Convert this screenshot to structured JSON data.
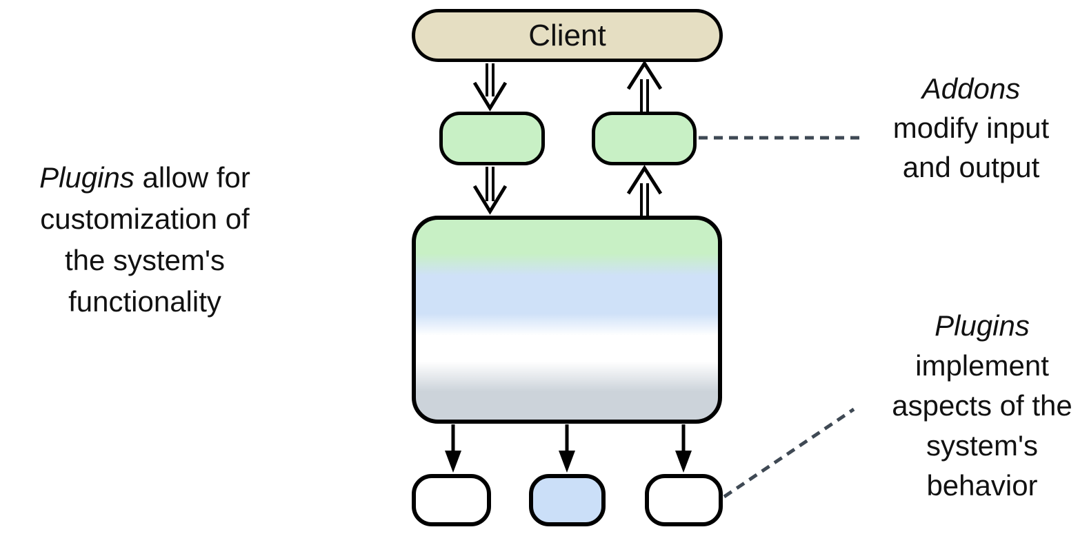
{
  "diagram": {
    "client_label": "Client"
  },
  "captions": {
    "left": {
      "lines": [
        {
          "italic": "Plugins",
          "text": " allow for"
        },
        {
          "italic": "",
          "text": "customization of"
        },
        {
          "italic": "",
          "text": "the system's"
        },
        {
          "italic": "",
          "text": "functionality"
        }
      ]
    },
    "right_top": {
      "lines": [
        {
          "italic": "Addons",
          "text": ""
        },
        {
          "italic": "",
          "text": "modify input"
        },
        {
          "italic": "",
          "text": "and output"
        }
      ]
    },
    "right_bottom": {
      "lines": [
        {
          "italic": "Plugins",
          "text": ""
        },
        {
          "italic": "",
          "text": "implement"
        },
        {
          "italic": "",
          "text": "aspects of the"
        },
        {
          "italic": "",
          "text": "system's"
        },
        {
          "italic": "",
          "text": "behavior"
        }
      ]
    }
  },
  "colors": {
    "client-fill": "#e5dec2",
    "addon-fill": "#c8f0c5",
    "host-green": "#c8f0c5",
    "host-blue": "#cfe1f8",
    "host-white": "#ffffff",
    "host-gray": "#ccd3da",
    "slot-blue": "#cbdff8",
    "outline": "#000000",
    "dash": "#3f4954",
    "text": "#111111",
    "background": "#ffffff"
  }
}
